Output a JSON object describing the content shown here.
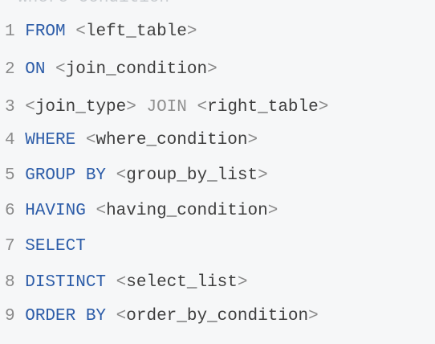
{
  "code": {
    "cut_line": "where condition",
    "lines": [
      {
        "number": "1",
        "keyword": "FROM",
        "keyword_muted": "",
        "pre": "",
        "operand": "left_table",
        "operand2": ""
      },
      {
        "number": "2",
        "keyword": "ON",
        "keyword_muted": "",
        "pre": "",
        "operand": "join_condition",
        "operand2": ""
      },
      {
        "number": "3",
        "keyword": "",
        "keyword_muted": "JOIN",
        "pre": "join_type",
        "operand": "",
        "operand2": "right_table"
      },
      {
        "number": "4",
        "keyword": "WHERE",
        "keyword_muted": "",
        "pre": "",
        "operand": "where_condition",
        "operand2": ""
      },
      {
        "number": "5",
        "keyword": "GROUP BY",
        "keyword_muted": "",
        "pre": "",
        "operand": "group_by_list",
        "operand2": ""
      },
      {
        "number": "6",
        "keyword": "HAVING",
        "keyword_muted": "",
        "pre": "",
        "operand": "having_condition",
        "operand2": ""
      },
      {
        "number": "7",
        "keyword": "SELECT",
        "keyword_muted": "",
        "pre": "",
        "operand": "",
        "operand2": ""
      },
      {
        "number": "8",
        "keyword": "DISTINCT",
        "keyword_muted": "",
        "pre": "",
        "operand": "select_list",
        "operand2": ""
      },
      {
        "number": "9",
        "keyword": "ORDER BY",
        "keyword_muted": "",
        "pre": "",
        "operand": "order_by_condition",
        "operand2": ""
      }
    ]
  },
  "colors": {
    "background": "#f6f7f8",
    "keyword": "#2c5ca8",
    "keyword_muted": "#909090",
    "identifier": "#3f3f3f",
    "line_number": "#8a8a8a"
  }
}
